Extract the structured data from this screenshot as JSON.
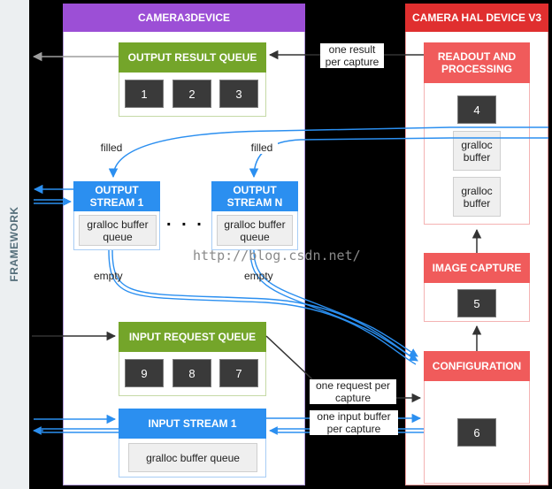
{
  "framework": {
    "label": "FRAMEWORK"
  },
  "camera3device": {
    "title": "CAMERA3DEVICE",
    "output_result_queue": {
      "title": "OUTPUT RESULT QUEUE",
      "slots": [
        "1",
        "2",
        "3"
      ]
    },
    "output_stream_1": {
      "title": "OUTPUT STREAM 1",
      "buffer": "gralloc buffer queue"
    },
    "output_stream_n": {
      "title": "OUTPUT STREAM N",
      "buffer": "gralloc buffer queue"
    },
    "ellipsis": ". . .",
    "input_request_queue": {
      "title": "INPUT REQUEST QUEUE",
      "slots": [
        "9",
        "8",
        "7"
      ]
    },
    "input_stream_1": {
      "title": "INPUT STREAM 1",
      "buffer": "gralloc buffer queue"
    }
  },
  "hal": {
    "title": "CAMERA HAL DEVICE V3",
    "readout": {
      "title": "READOUT AND PROCESSING",
      "slot": "4",
      "buffer_a": "gralloc buffer",
      "buffer_b": "gralloc buffer"
    },
    "image_capture": {
      "title": "IMAGE CAPTURE",
      "slot": "5"
    },
    "configuration": {
      "title": "CONFIGURATION",
      "slot": "6"
    }
  },
  "labels": {
    "one_result": "one result per capture",
    "one_request": "one request per capture",
    "one_input_buffer": "one input buffer per capture",
    "filled": "filled",
    "empty": "empty"
  },
  "watermark": "http://blog.csdn.net/",
  "colors": {
    "camera3device_header": "#9c4fd6",
    "hal_header": "#e02f2f",
    "queue_green": "#74a52a",
    "stream_blue": "#2b8ff0",
    "hal_red": "#f05b5b",
    "framework_panel": "#eceff1"
  }
}
